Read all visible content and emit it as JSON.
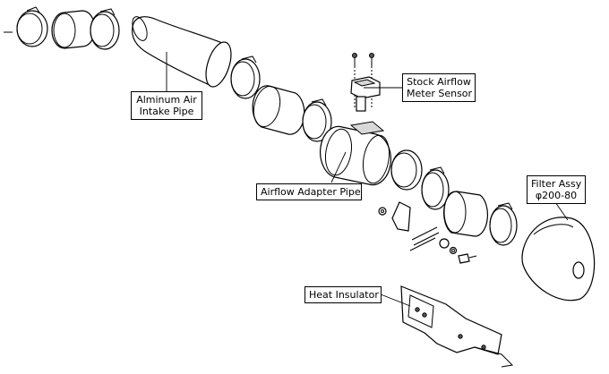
{
  "labels": {
    "aluminum_pipe": [
      "Alminum Air",
      "Intake Pipe"
    ],
    "airflow_sensor": [
      "Stock Airflow",
      "Meter Sensor"
    ],
    "adapter_pipe": [
      "Airflow Adapter Pipe"
    ],
    "filter": [
      "Filter Assy",
      "φ200-80"
    ],
    "heat_insulator": [
      "Heat Insulator"
    ]
  },
  "colors": {
    "line": "#000000",
    "fill": "#ffffff",
    "shade": "#d8d8d8"
  }
}
